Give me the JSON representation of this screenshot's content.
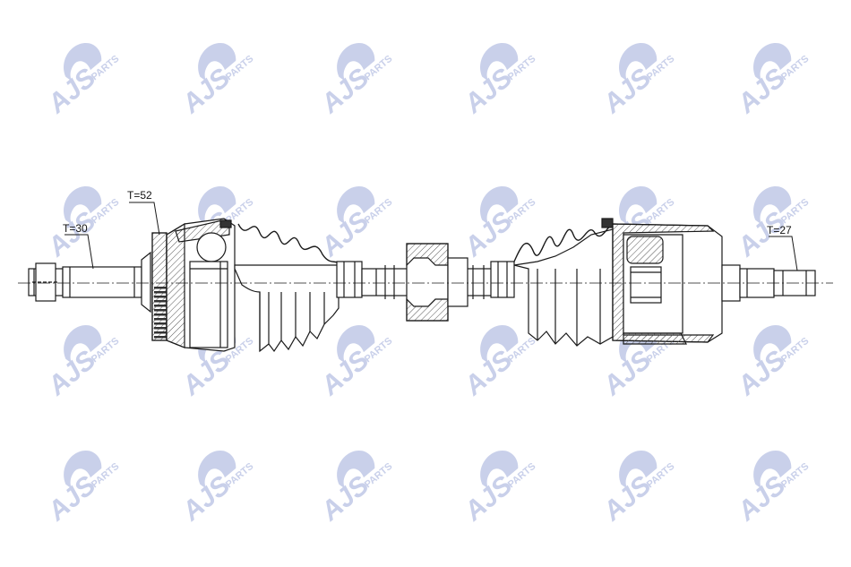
{
  "watermark": {
    "text": "AJS",
    "subtext": "PARTS",
    "color": "#c9d0ea"
  },
  "annotations": {
    "teeth_outer_stub": "T=30",
    "teeth_abs_ring": "T=52",
    "teeth_inner_stub": "T=27"
  },
  "colors": {
    "line": "#1a1a1a",
    "hatch": "#444444"
  }
}
